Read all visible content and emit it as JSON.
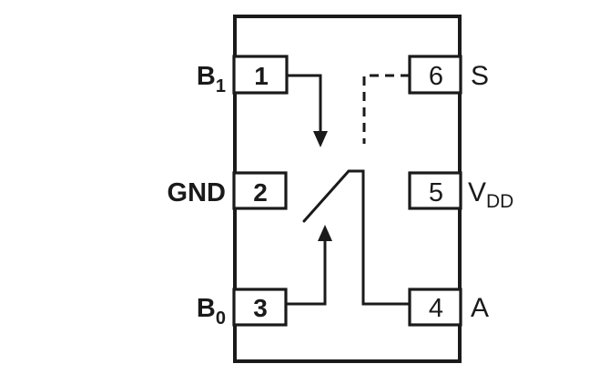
{
  "diagram": {
    "type": "ic-pinout",
    "colors": {
      "ink": "#1a1a1a",
      "background": "#ffffff"
    }
  },
  "pins": [
    {
      "number": "1",
      "label": {
        "main": "B",
        "sub": "1"
      }
    },
    {
      "number": "2",
      "label": {
        "main": "GND",
        "sub": ""
      }
    },
    {
      "number": "3",
      "label": {
        "main": "B",
        "sub": "0"
      }
    },
    {
      "number": "4",
      "label": {
        "main": "A",
        "sub": ""
      }
    },
    {
      "number": "5",
      "label": {
        "main": "V",
        "sub": "DD"
      }
    },
    {
      "number": "6",
      "label": {
        "main": "S",
        "sub": ""
      }
    }
  ],
  "symbols": {
    "lever": "spdt-switch-lever",
    "arrow_down": "throw-b1-arrow",
    "arrow_up": "throw-b0-arrow",
    "dashed": "select-control-line"
  }
}
